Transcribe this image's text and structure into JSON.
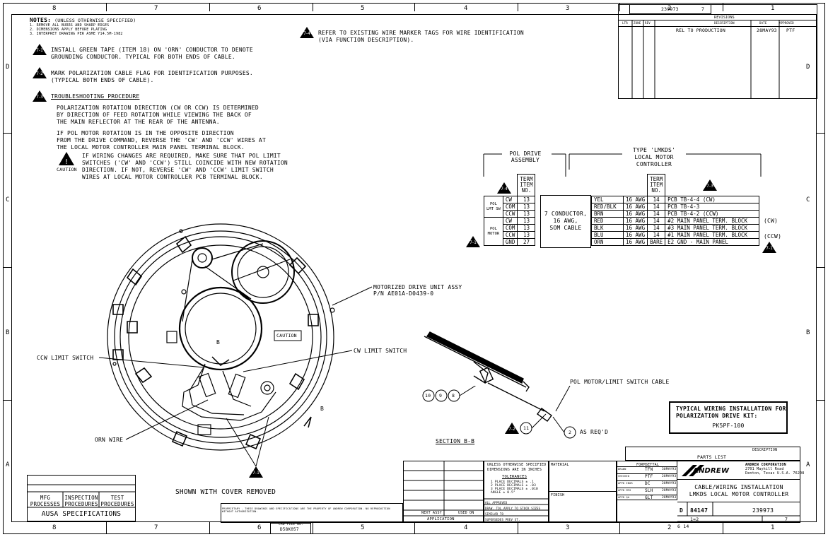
{
  "zones_top": [
    "8",
    "7",
    "6",
    "5",
    "4",
    "3",
    "2",
    "1"
  ],
  "zones_side": [
    "D",
    "C",
    "B",
    "A"
  ],
  "notes": {
    "header": "NOTES:",
    "header_note": "(UNLESS OTHERWISE SPECIFIED)",
    "lines": [
      "1. REMOVE ALL BURRS AND SHARP EDGES",
      "2. DIMENSIONS APPLY BEFORE PLATING",
      "3. INTERPRET DRAWING PER ASME Y14.5M-1982"
    ],
    "n1_tag": "7-1",
    "n1": [
      "INSTALL GREEN TAPE (ITEM 18) ON 'ORN' CONDUCTOR TO DENOTE",
      "GROUNDING CONDUCTOR.  TYPICAL FOR BOTH ENDS OF CABLE."
    ],
    "n2_tag": "7-2",
    "n2": [
      "MARK POLARIZATION CABLE FLAG FOR IDENTIFICATION PURPOSES.",
      "(TYPICAL BOTH ENDS OF CABLE)."
    ],
    "n3_tag": "7-3",
    "n3_title": "TROUBLESHOOTING PROCEDURE",
    "n3a": [
      "POLARIZATION ROTATION DIRECTION (CW OR CCW) IS DETERMINED",
      "BY DIRECTION OF FEED ROTATION WHILE VIEWING THE BACK OF",
      "THE MAIN REFLECTOR AT THE REAR OF THE ANTENNA."
    ],
    "n3b": [
      "IF POL MOTOR ROTATION IS IN THE OPPOSITE DIRECTION",
      "FROM THE DRIVE COMMAND, REVERSE THE 'CW' AND 'CCW' WIRES AT",
      "THE LOCAL MOTOR CONTROLLER MAIN PANEL TERMINAL BLOCK."
    ],
    "caution_label": "CAUTION",
    "n3c": [
      "IF WIRING CHANGES ARE REQUIRED, MAKE SURE THAT POL LIMIT",
      "SWITCHES ('CW' AND 'CCW') STILL COINCIDE WITH NEW ROTATION",
      "DIRECTION.  IF NOT, REVERSE 'CW' AND 'CCW' LIMIT SWITCH",
      "WIRES AT LOCAL MOTOR CONTROLLER PCB TERMINAL BLOCK."
    ],
    "n4_tag": "7-4",
    "n4": [
      "REFER TO EXISTING WIRE MARKER TAGS FOR WIRE IDENTIFICATION",
      "(VIA FUNCTION DESCRIPTION)."
    ]
  },
  "revisions": {
    "drawing_no": "239973",
    "sheet": "7",
    "title": "REVISIONS",
    "cols": [
      "LTR",
      "ZONE",
      "REV",
      "DESCRIPTION",
      "DATE",
      "APPROVED"
    ],
    "row": {
      "desc": "REL TO PRODUCTION",
      "date": "28MAY93",
      "approved": "PTF"
    }
  },
  "wiring": {
    "pol_drive_header": [
      "POL DRIVE",
      "ASSEMBLY"
    ],
    "controller_header": [
      "TYPE 'LMKDS'",
      "LOCAL MOTOR",
      "CONTROLLER"
    ],
    "term_header": [
      "TERM",
      "ITEM",
      "NO."
    ],
    "tag4": "7-4",
    "tag3": "7-3",
    "tag1": "7-1",
    "group1": [
      "POL",
      "LMT SW"
    ],
    "group2": [
      "POL",
      "MOTOR"
    ],
    "cable": [
      "7 CONDUCTOR,",
      "16 AWG,",
      "SOM CABLE"
    ],
    "rows": [
      {
        "sig": "CW",
        "t1": "13",
        "color": "YEL",
        "awg": "16 AWG",
        "t2": "14",
        "dest": "PCB TB-4-4  (CW)"
      },
      {
        "sig": "COM",
        "t1": "13",
        "color": "RED/BLK",
        "awg": "16 AWG",
        "t2": "14",
        "dest": "PCB TB-4-3"
      },
      {
        "sig": "CCW",
        "t1": "13",
        "color": "BRN",
        "awg": "16 AWG",
        "t2": "14",
        "dest": "PCB TB-4-2  (CCW)"
      },
      {
        "sig": "CW",
        "t1": "13",
        "color": "RED",
        "awg": "16 AWG",
        "t2": "14",
        "dest": "#2 MAIN PANEL TERM. BLOCK"
      },
      {
        "sig": "COM",
        "t1": "13",
        "color": "BLK",
        "awg": "16 AWG",
        "t2": "14",
        "dest": "#3 MAIN PANEL TERM. BLOCK"
      },
      {
        "sig": "CCW",
        "t1": "13",
        "color": "BLU",
        "awg": "16 AWG",
        "t2": "14",
        "dest": "#1 MAIN PANEL TERM. BLOCK"
      },
      {
        "sig": "GND",
        "t1": "27",
        "color": "ORN",
        "awg": "16 AWG",
        "t2": "BARE",
        "dest": "E2 GND - MAIN PANEL"
      }
    ],
    "side_cw": "(CW)",
    "side_ccw": "(CCW)"
  },
  "assembly": {
    "motor_label": [
      "MOTORIZED DRIVE UNIT ASSY",
      "P/N AE01A-D0439-0"
    ],
    "caution": "CAUTION",
    "ccw_switch": "CCW LIMIT SWITCH",
    "cw_switch": "CW LIMIT SWITCH",
    "orn_wire": "ORN WIRE",
    "caption": "SHOWN WITH COVER REMOVED",
    "b_mark": "B",
    "tag": "7-1"
  },
  "section": {
    "label": "SECTION B-B",
    "cable_label": "POL MOTOR/LIMIT SWITCH CABLE",
    "balloons": [
      "10",
      "9",
      "8"
    ],
    "b11": "11",
    "b2": "2",
    "as_reqd": "AS REQ'D",
    "tag": "7-2"
  },
  "title_note": {
    "line1": "TYPICAL WIRING INSTALLATION FOR",
    "line2": "POLARIZATION DRIVE KIT:",
    "kit": "PK5PF-100"
  },
  "parts_list": {
    "title": "PARTS LIST",
    "desc": "DESCRIPTION"
  },
  "title_block": {
    "company": [
      "ANDREW CORPORATION",
      "2701 Mayhill Road",
      "Denton, Texas U.S.A. 76208"
    ],
    "logo": "ANDREW",
    "title1": "CABLE/WIRING INSTALLATION",
    "title2": "LMKDS LOCAL MOTOR CONTROLLER",
    "size": "D",
    "cage": "84147",
    "dwg_no": "239973",
    "rev": "7",
    "scale": "1=2",
    "sheet_of": "6 14",
    "drawn": "TFN",
    "checked": "PTF",
    "qc": "DC",
    "mfg": "SLH",
    "appd": "GLT",
    "dates": [
      "30MAY93",
      "28MAY93",
      "28MAY93",
      "28MAY93",
      "28MAY93"
    ],
    "formsetting": "FORMSETTAL",
    "roles": [
      "DRAWN",
      "CHECKED",
      "APPD ENGR",
      "APPD MFG",
      "APPD QA"
    ]
  },
  "tolerances": {
    "header1": "UNLESS OTHERWISE SPECIFIED",
    "header2": "DIMENSIONS ARE IN INCHES",
    "title": "TOLERANCES",
    "lines": [
      "1 PLACE DECIMALS ± .1",
      "2 PLACE DECIMALS ± .03",
      "3 PLACE DECIMALS ± .010",
      "ANGLE ± 0.5°"
    ],
    "rows": [
      "ALL APPROVED",
      "DRAW. TOL APPLY TO STOCK SIZES",
      "SIMILAR TO",
      "SUPERSEDES PREV ST."
    ]
  },
  "material": {
    "label": "MATERIAL",
    "finish": "FINISH"
  },
  "application": {
    "next": "NEXT ASSY",
    "used": "USED ON",
    "label": "APPLICATION"
  },
  "mfg_box": {
    "cols": [
      "MFG PROCESSES",
      "INSPECTION PROCEDURES",
      "TEST PROCEDURES"
    ],
    "spec": "AUSA SPECIFICATIONS"
  },
  "cad_file": {
    "label": "CAD FILE NO.",
    "value": "D58K057"
  },
  "disclaimer": "PROPRIETARY - THESE DRAWINGS AND SPECIFICATIONS ARE THE PROPERTY OF ANDREW CORPORATION. NO REPRODUCTION WITHOUT AUTHORIZATION."
}
